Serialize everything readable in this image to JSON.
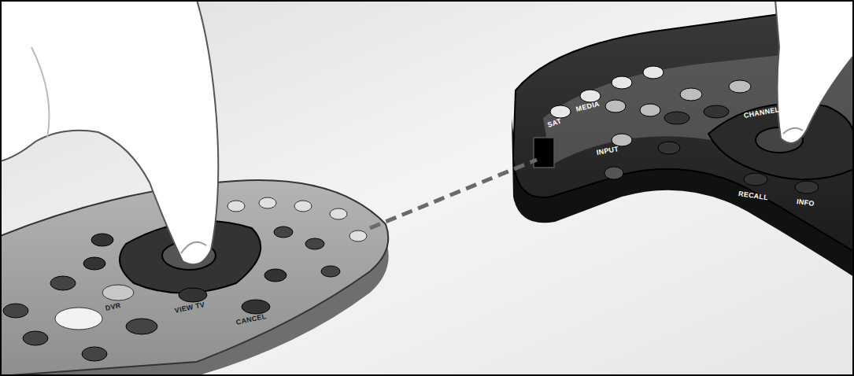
{
  "diagram": {
    "labels": [
      "SAT",
      "MEDIA",
      "INPUT",
      "CHANNEL",
      "RECALL",
      "INFO",
      "DVR",
      "VIEW TV",
      "CANCEL"
    ]
  }
}
